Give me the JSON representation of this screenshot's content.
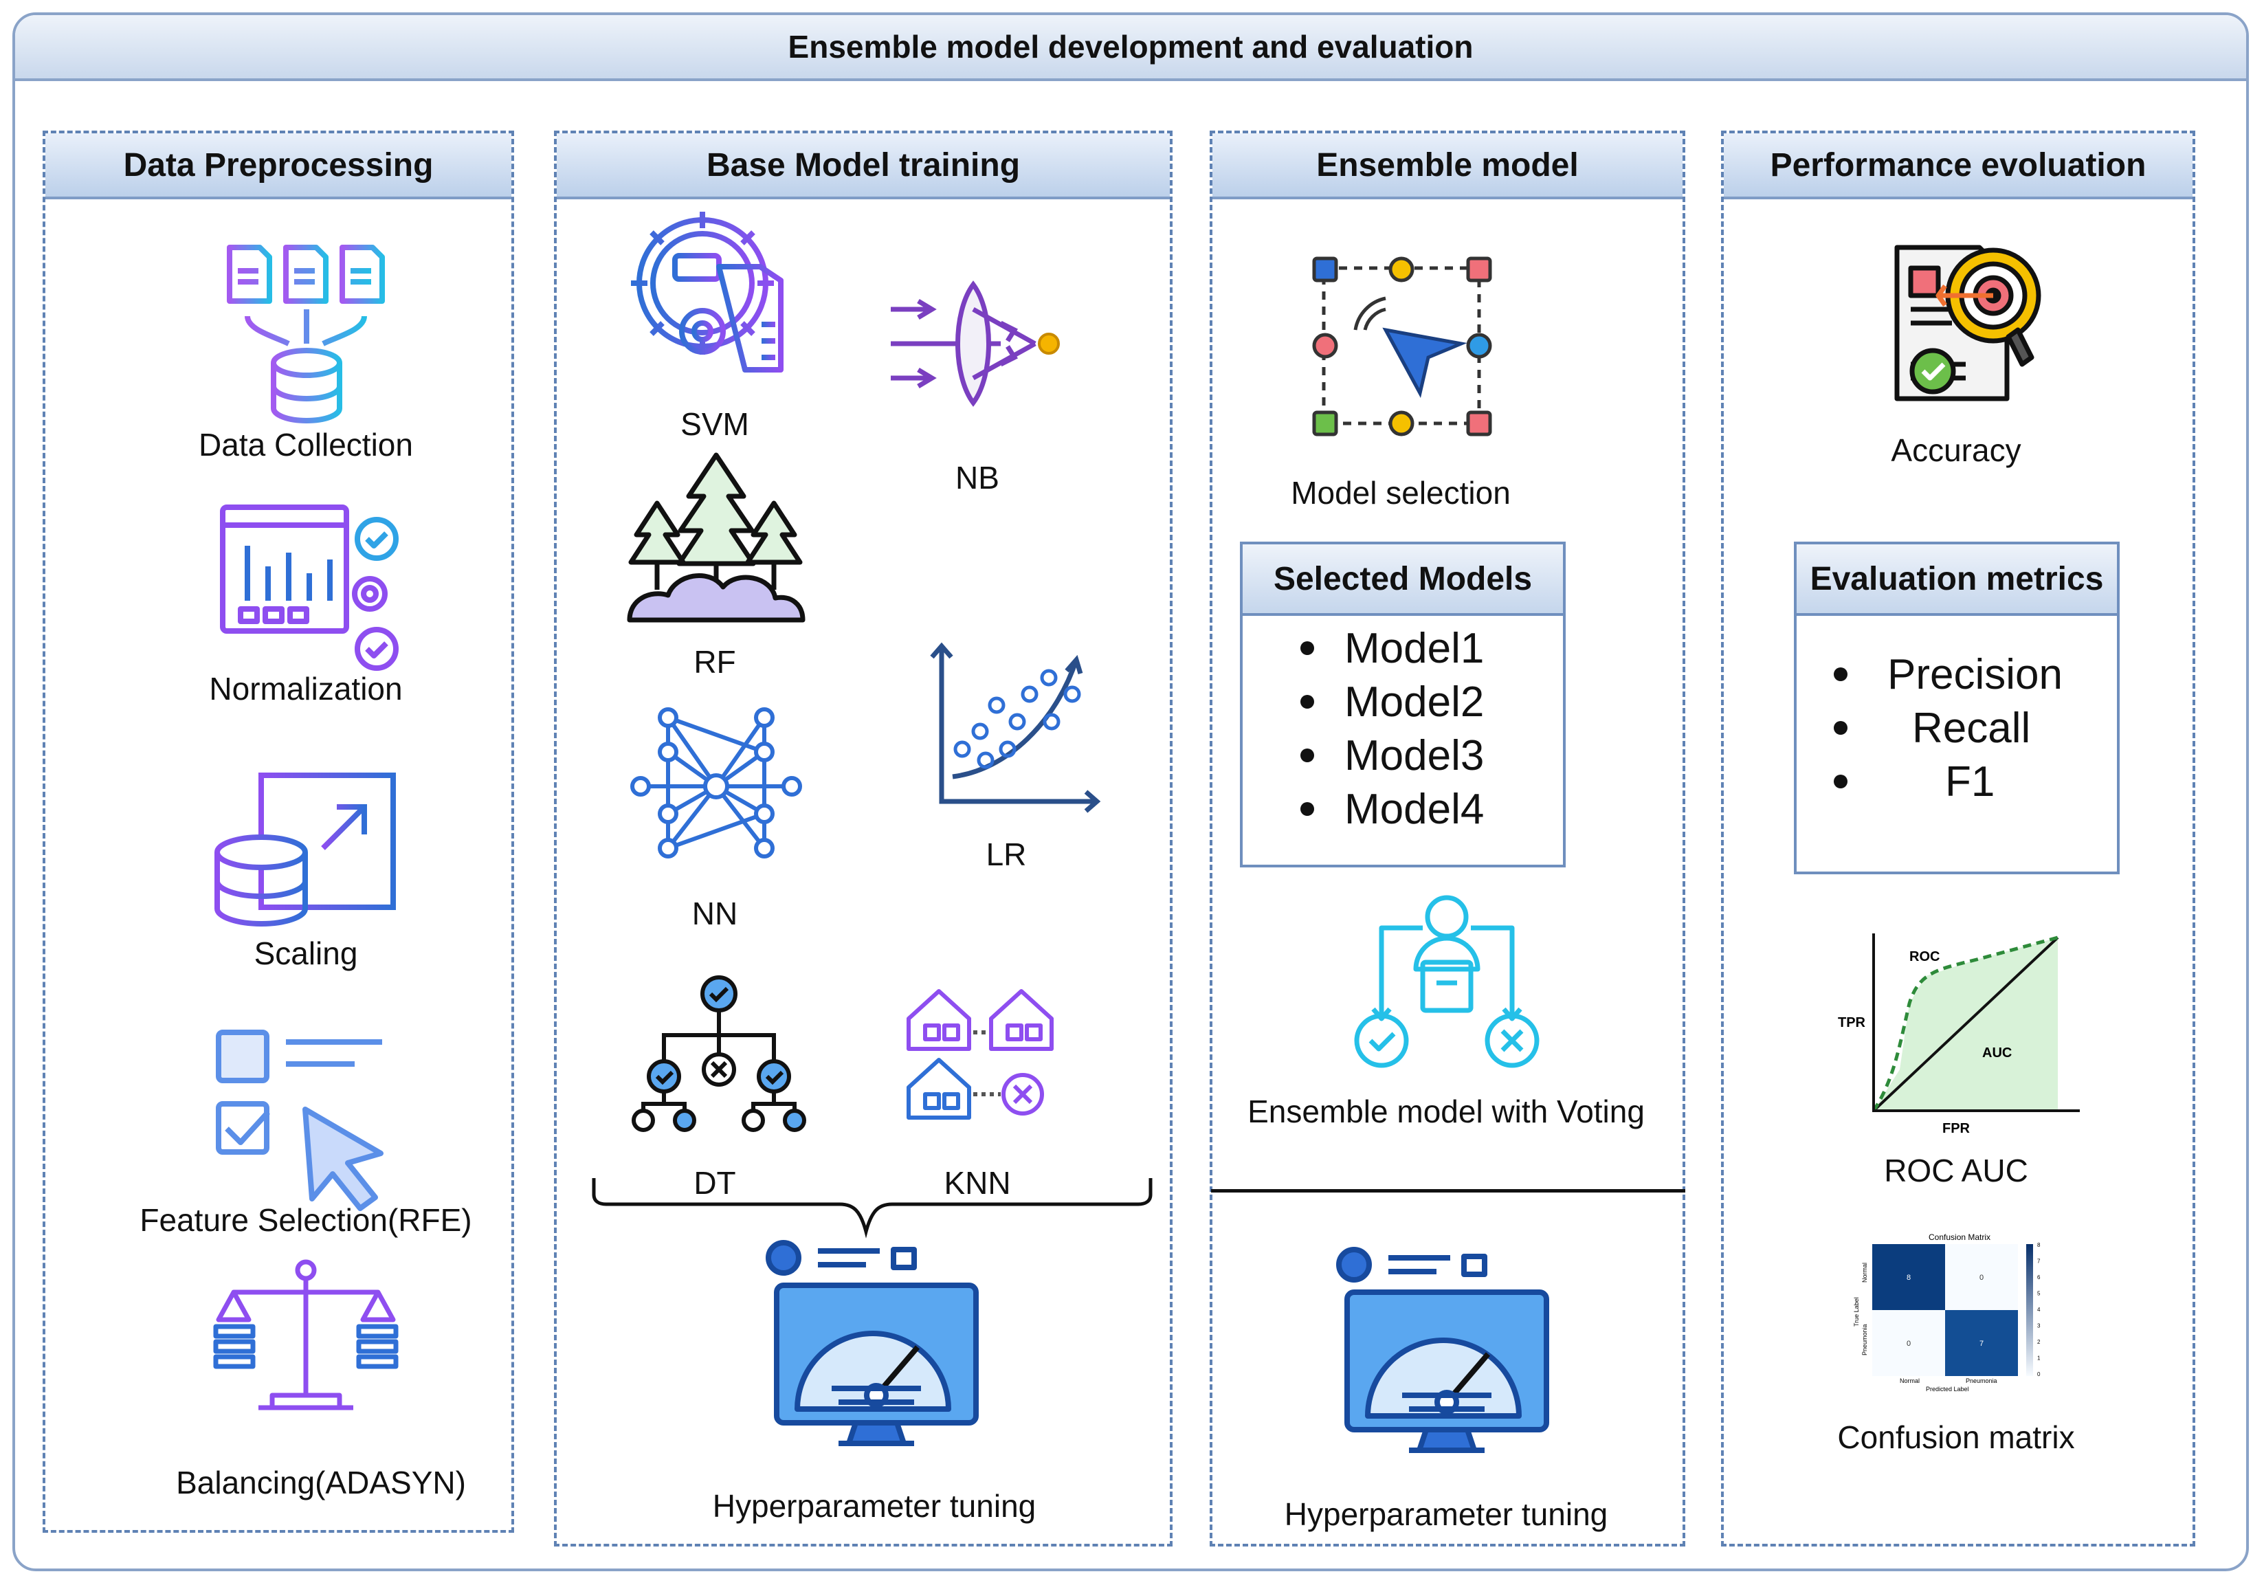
{
  "title": "Ensemble model development and evaluation",
  "columns": {
    "preprocessing": {
      "header": "Data Preprocessing",
      "items": [
        "Data Collection",
        "Normalization",
        "Scaling",
        "Feature Selection(RFE)",
        "Balancing(ADASYN)"
      ]
    },
    "base_training": {
      "header": "Base Model training",
      "models": {
        "svm": "SVM",
        "nb": "NB",
        "rf": "RF",
        "lr": "LR",
        "nn": "NN",
        "dt": "DT",
        "knn": "KNN"
      },
      "tuning": "Hyperparameter tuning"
    },
    "ensemble": {
      "header": "Ensemble model",
      "model_selection": "Model selection",
      "selected_title": "Selected Models",
      "selected": [
        "Model1",
        "Model2",
        "Model3",
        "Model4"
      ],
      "voting": "Ensemble model with Voting",
      "tuning": "Hyperparameter tuning"
    },
    "performance": {
      "header": "Performance evoluation",
      "accuracy": "Accuracy",
      "metrics_title": "Evaluation metrics",
      "metrics": [
        "Precision",
        "Recall",
        "F1"
      ],
      "roc": {
        "label": "ROC AUC",
        "roc_text": "ROC",
        "tpr": "TPR",
        "fpr": "FPR",
        "auc": "AUC"
      },
      "confusion": {
        "label": "Confusion matrix",
        "title": "Confusion Matrix",
        "row_axis": "True Label",
        "col_axis": "Predicted Label",
        "classes": [
          "Normal",
          "Pneumonia"
        ],
        "cells": [
          "8",
          "0",
          "0",
          "7"
        ],
        "scale_ticks": [
          "8",
          "7",
          "6",
          "5",
          "4",
          "3",
          "2",
          "1",
          "0"
        ]
      }
    }
  },
  "colors": {
    "frame": "#8aa3c8",
    "dashed": "#5f82b4",
    "header_fill": "#c9d8ec",
    "icon_purple": "#8e4ef0",
    "icon_blue": "#2f6fd6",
    "icon_cyan": "#25c0e8"
  }
}
